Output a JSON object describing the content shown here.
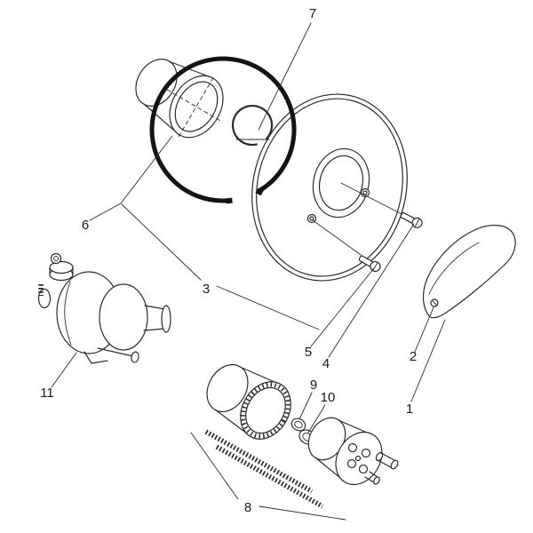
{
  "meta": {
    "background": "#ffffff",
    "line_color": "#2b2b2b",
    "ring_color": "#141414"
  },
  "labels": [
    {
      "text": "1"
    },
    {
      "text": "2"
    },
    {
      "text": "3"
    },
    {
      "text": "4"
    },
    {
      "text": "5"
    },
    {
      "text": "6"
    },
    {
      "text": "7"
    },
    {
      "text": "8"
    },
    {
      "text": "9"
    },
    {
      "text": "10"
    },
    {
      "text": "11"
    }
  ]
}
